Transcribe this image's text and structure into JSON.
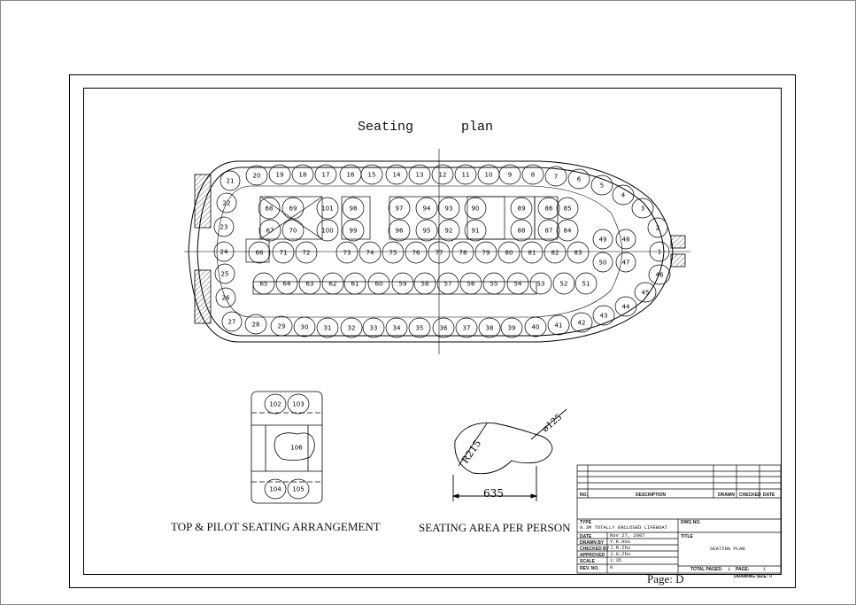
{
  "drawing": {
    "title": "Seating      plan",
    "captions": {
      "top_pilot": "TOP & PILOT SEATING ARRANGEMENT",
      "area_per_person": "SEATING AREA PER PERSON"
    },
    "dimensions": {
      "radius": "R215",
      "diameter": "ø125",
      "width": "635"
    },
    "seat_numbers": {
      "top_row": [
        "20",
        "19",
        "18",
        "17",
        "16",
        "15",
        "14",
        "13",
        "12",
        "11",
        "10",
        "9",
        "8",
        "7",
        "6",
        "5",
        "4",
        "3"
      ],
      "left_end": [
        "21",
        "22",
        "23",
        "24",
        "25",
        "26",
        "27"
      ],
      "bottom_row": [
        "28",
        "29",
        "30",
        "31",
        "32",
        "33",
        "34",
        "35",
        "36",
        "37",
        "38",
        "39",
        "40",
        "41",
        "42",
        "43",
        "44",
        "45",
        "46"
      ],
      "bow": [
        "2",
        "1",
        "49",
        "48",
        "50",
        "47"
      ],
      "center_upper": [
        "68",
        "69",
        "101",
        "98",
        "97",
        "94",
        "93",
        "90",
        "89",
        "86",
        "85"
      ],
      "center_mid": [
        "67",
        "70",
        "100",
        "99",
        "96",
        "95",
        "92",
        "91",
        "88",
        "87",
        "84"
      ],
      "center_axis": [
        "66",
        "71",
        "72",
        "73",
        "74",
        "75",
        "76",
        "77",
        "78",
        "79",
        "80",
        "81",
        "82",
        "83"
      ],
      "center_lower": [
        "65",
        "64",
        "63",
        "62",
        "61",
        "60",
        "59",
        "58",
        "57",
        "56",
        "55",
        "54",
        "53",
        "52",
        "51"
      ],
      "pilot": [
        "102",
        "103",
        "106",
        "104",
        "105"
      ]
    }
  },
  "title_block": {
    "revision_headers": {
      "no": "NO.",
      "description": "DESCRIPTION",
      "drawn": "DRAWN",
      "checked": "CHECKED",
      "date": "DATE"
    },
    "type_label": "TYPE",
    "type_value": "9.3M TOTALLY ENCLOSED LIFEBOAT",
    "dwg_no_label": "DWG NO.",
    "date_label": "DATE",
    "date_value": "Nov 27, 2007",
    "title_label": "TITLE",
    "drawn_by_label": "DRAWN BY",
    "drawn_by_value": "Y.K.Hou",
    "checked_by_label": "CHECKED BY",
    "checked_by_value": "J.M.Zhu",
    "approved_label": "APPROVED",
    "approved_value": "J.G.Zhu",
    "scale_label": "SCALE",
    "scale_value": "1:35",
    "rev_no_label": "REV. NO.",
    "rev_no_value": "0",
    "sheet_title": "SEATING PLAN",
    "total_pages_label": "TOTAL PAGES:",
    "total_pages_value": "1",
    "page_label": "PAGE:",
    "page_value": "1",
    "drawing_size_label": "DRAWING SIZE:",
    "drawing_size_value": "D"
  },
  "footer": {
    "page": "Page: D"
  },
  "colors": {
    "ink": "#000000",
    "background": "#ffffff"
  }
}
